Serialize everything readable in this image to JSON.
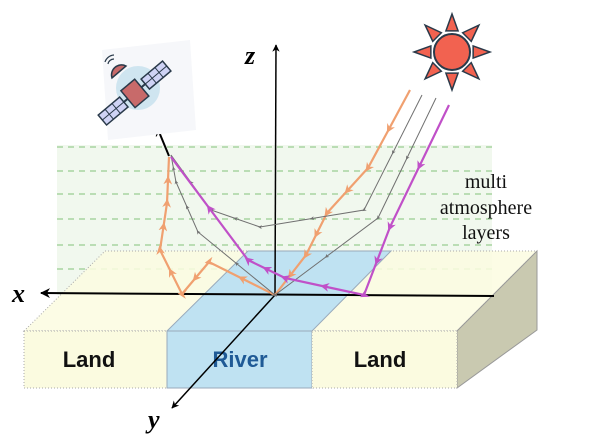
{
  "axes": {
    "x": "x",
    "y": "y",
    "z": "z"
  },
  "atmosphere_label": [
    "multi",
    "atmosphere",
    "layers"
  ],
  "surface_labels": {
    "land_left": "Land",
    "river": "River",
    "land_right": "Land"
  },
  "icons": {
    "sun": "sun-icon",
    "satellite": "satellite-icon"
  },
  "colors": {
    "land": "#fbfbe0",
    "river": "#bfe2f2",
    "river_text": "#1f5a96",
    "side": "#c9c9b0",
    "atmosphere": "#eef6ea",
    "layer_lines": "#a8d4a0",
    "orange_ray": "#f0a070",
    "gray_ray": "#707070",
    "magenta_ray": "#c050c8",
    "sun": "#f26250",
    "outline": "#2a3a4a"
  }
}
